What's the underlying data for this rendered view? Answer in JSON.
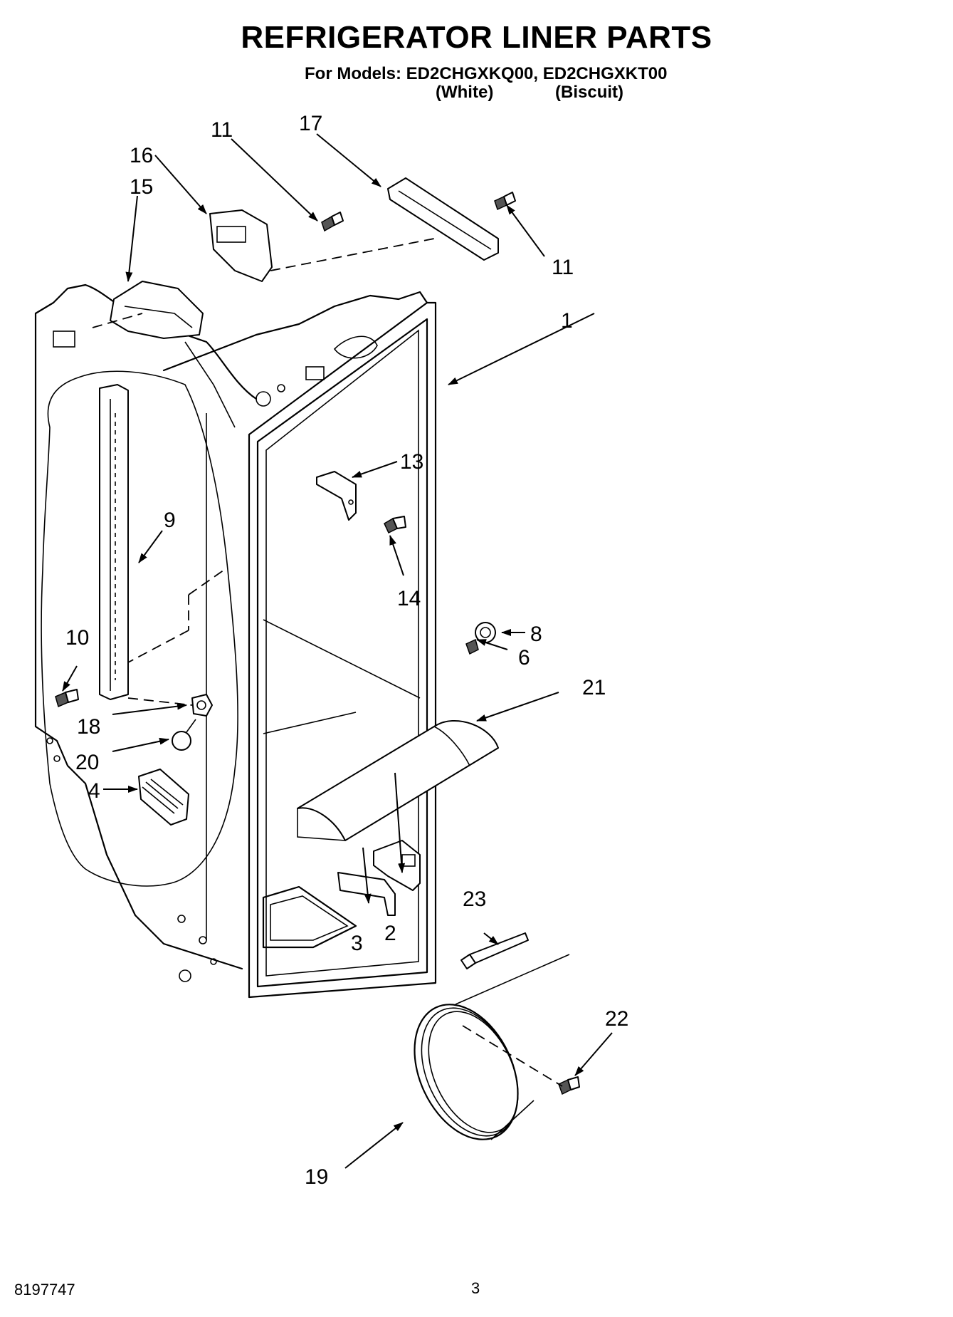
{
  "title": "REFRIGERATOR LINER PARTS",
  "models_line": "For Models: ED2CHGXKQ00, ED2CHGXKT00",
  "variant_white": "(White)",
  "variant_biscuit": "(Biscuit)",
  "footer": {
    "doc_number": "8197747",
    "page_number": "3"
  },
  "callouts": {
    "c1": "1",
    "c2": "2",
    "c3": "3",
    "c4": "4",
    "c6": "6",
    "c8": "8",
    "c9": "9",
    "c10": "10",
    "c11a": "11",
    "c11b": "11",
    "c13": "13",
    "c14": "14",
    "c15": "15",
    "c16": "16",
    "c17": "17",
    "c18": "18",
    "c19": "19",
    "c20": "20",
    "c21": "21",
    "c22": "22",
    "c23": "23"
  }
}
